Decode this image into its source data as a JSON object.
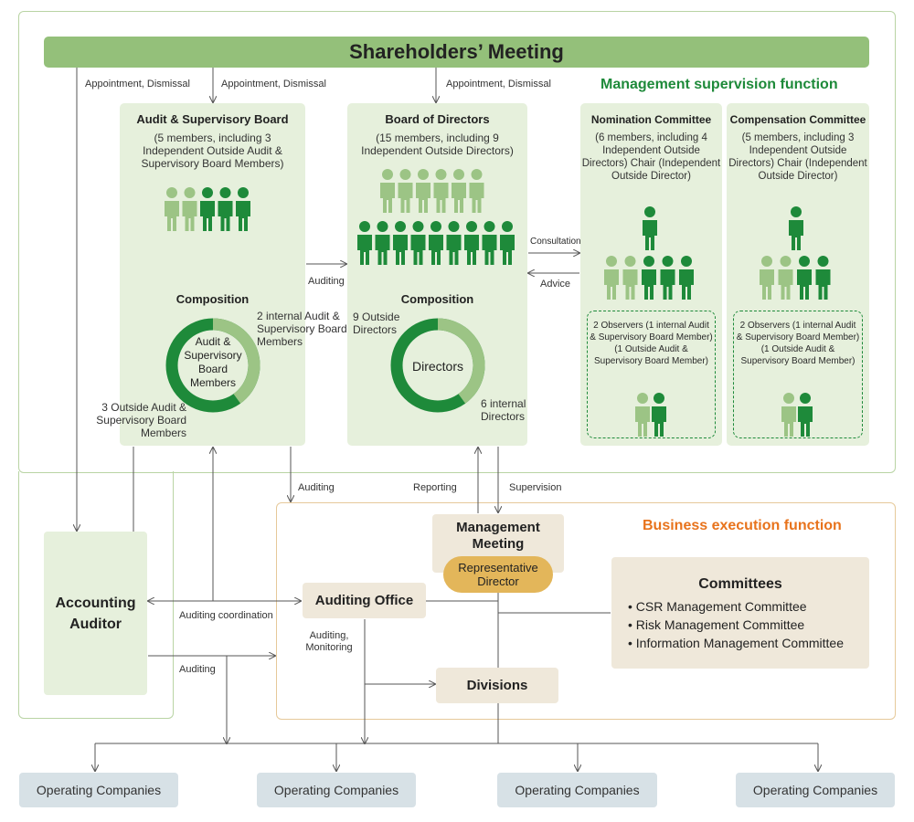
{
  "shareholders": "Shareholders’ Meeting",
  "supervision_label": "Management supervision function",
  "execution_label": "Business execution function",
  "appoint_left": "Appointment, Dismissal",
  "appoint_mid": "Appointment, Dismissal",
  "appoint_right": "Appointment, Dismissal",
  "audit_board": {
    "title": "Audit & Supervisory Board",
    "desc": "(5 members, including 3 Independent Outside Audit & Supervisory Board Members)",
    "composition": "Composition",
    "donut_center": "Audit & Supervisory Board Members",
    "label_internal": "2 internal Audit & Supervisory Board Members",
    "label_outside": "3 Outside Audit & Supervisory Board Members",
    "internal_count": 2,
    "outside_count": 3
  },
  "board": {
    "title": "Board of Directors",
    "desc": "(15 members, including 9 Independent Outside Directors)",
    "composition": "Composition",
    "donut_center": "Directors",
    "label_outside": "9 Outside Directors",
    "label_internal": "6 internal Directors",
    "outside_count": 9,
    "internal_count": 6
  },
  "nomination": {
    "title": "Nomination Committee",
    "desc": "(6 members, including 4 Independent Outside Directors) Chair (Independent Outside Director)",
    "observers": "2 Observers (1 internal Audit & Supervisory Board Member) (1 Outside Audit & Supervisory Board Member)"
  },
  "compensation": {
    "title": "Compensation Committee",
    "desc": "(5 members, including 3 Independent Outside Directors) Chair (Independent Outside Director)",
    "observers": "2 Observers (1 internal Audit & Supervisory Board Member) (1 Outside Audit & Supervisory Board Member)"
  },
  "arrows": {
    "auditing1": "Auditing",
    "consultation": "Consultation",
    "advice": "Advice",
    "auditing2": "Auditing",
    "reporting": "Reporting",
    "supervision": "Supervision",
    "auditing_coord": "Auditing coordination",
    "auditing_monitoring": "Auditing, Monitoring",
    "auditing3": "Auditing"
  },
  "management_meeting": "Management Meeting",
  "representative_director": "Representative Director",
  "auditing_office": "Auditing Office",
  "accounting_auditor": "Accounting Auditor",
  "divisions": "Divisions",
  "committees": {
    "title": "Committees",
    "items": [
      "• CSR Management Committee",
      "• Risk Management Committee",
      "• Information Management Committee"
    ]
  },
  "operating_companies": [
    "Operating Companies",
    "Operating Companies",
    "Operating Companies",
    "Operating Companies"
  ],
  "colors": {
    "dark_green": "#1e8a3a",
    "light_green": "#9cc485",
    "panel_green": "#e6f0dc",
    "header_green": "#94c07a",
    "orange": "#e8731c",
    "beige": "#efe8da",
    "gold": "#e3b65a",
    "grey": "#d7e1e6"
  }
}
